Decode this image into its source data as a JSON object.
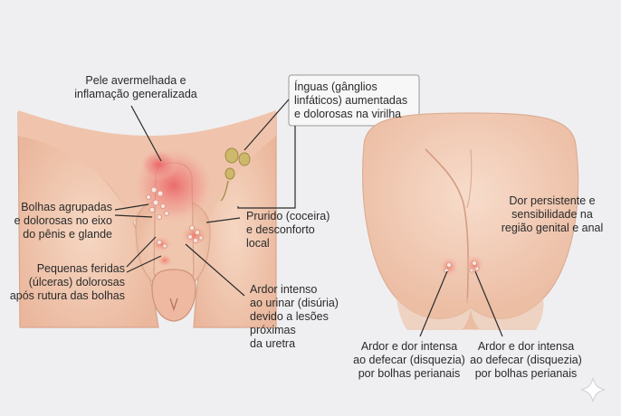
{
  "labels": {
    "inflammation": "Pele avermelhada e\ninflamação generalizada",
    "lymph_nodes": "Ínguas (gânglios\nlinfáticos) aumentadas\ne dolorosas na virilha",
    "blisters": "Bolhas agrupadas\ne dolorosas no eixo\ndo pênis e glande",
    "itching": "Prurido (coceira)\ne desconforto\nlocal",
    "ulcers": "Pequenas feridas\n(úlceras) dolorosas\napós rutura das bolhas",
    "dysuria": "Ardor intenso\nao urinar (disúria)\ndevido a lesões\npróximas\nda uretra",
    "persistent_pain": "Dor persistente e\nsensibilidade na\nregião genital e anal",
    "dyschezia_left": "Ardor e dor intensa\nao defecar (disquezia)\npor bolhas perianais",
    "dyschezia_right": "Ardor e dor intensa\nao defecar (disquezia)\npor bolhas perianais"
  },
  "colors": {
    "skin": "#f3cdb6",
    "skin_shadow": "#e2ab92",
    "inflamed": "#ec6b6b",
    "lymph_node": "#c9b56a",
    "blister": "#f6e3dc"
  },
  "icons": [
    "sparkle-icon"
  ]
}
